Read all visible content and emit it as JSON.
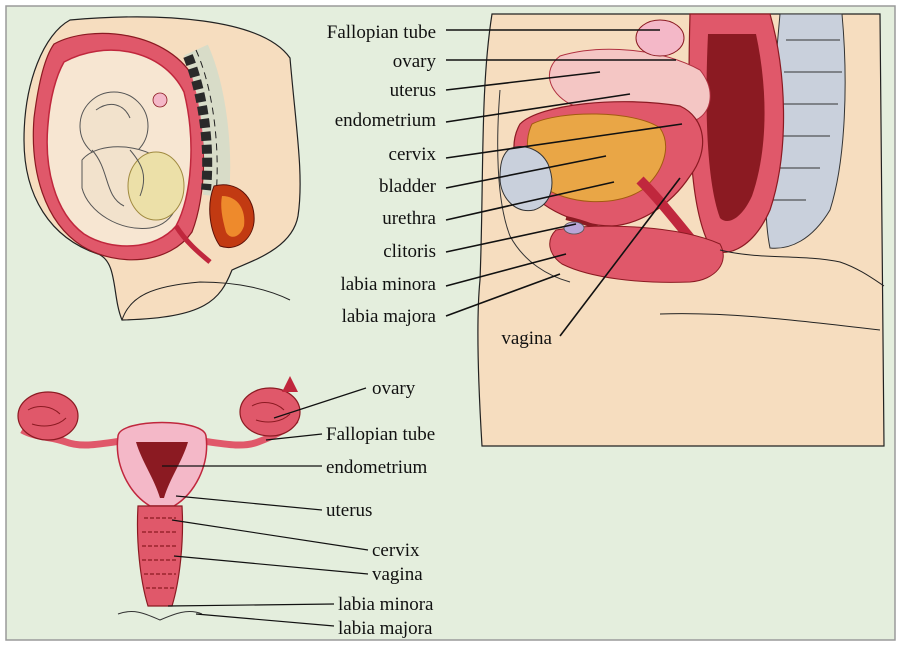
{
  "colors": {
    "background": "#e4eedd",
    "frame": "#9a9a9a",
    "tissue": "#e0586a",
    "tissue_dark": "#c0273d",
    "tissue_light": "#f4c6c4",
    "skin": "#f6ddbf",
    "bone": "#c9d0dc",
    "bladder": "#e9a646",
    "rectum": "#8b1a22",
    "line": "#111111"
  },
  "sagittal_labels": [
    "Fallopian tube",
    "ovary",
    "uterus",
    "endometrium",
    "cervix",
    "bladder",
    "urethra",
    "clitoris",
    "labia minora",
    "labia majora"
  ],
  "sagittal_extra_label": "vagina",
  "frontal_labels": [
    "ovary",
    "Fallopian tube",
    "endometrium",
    "uterus",
    "cervix",
    "vagina",
    "labia minora",
    "labia majora"
  ]
}
